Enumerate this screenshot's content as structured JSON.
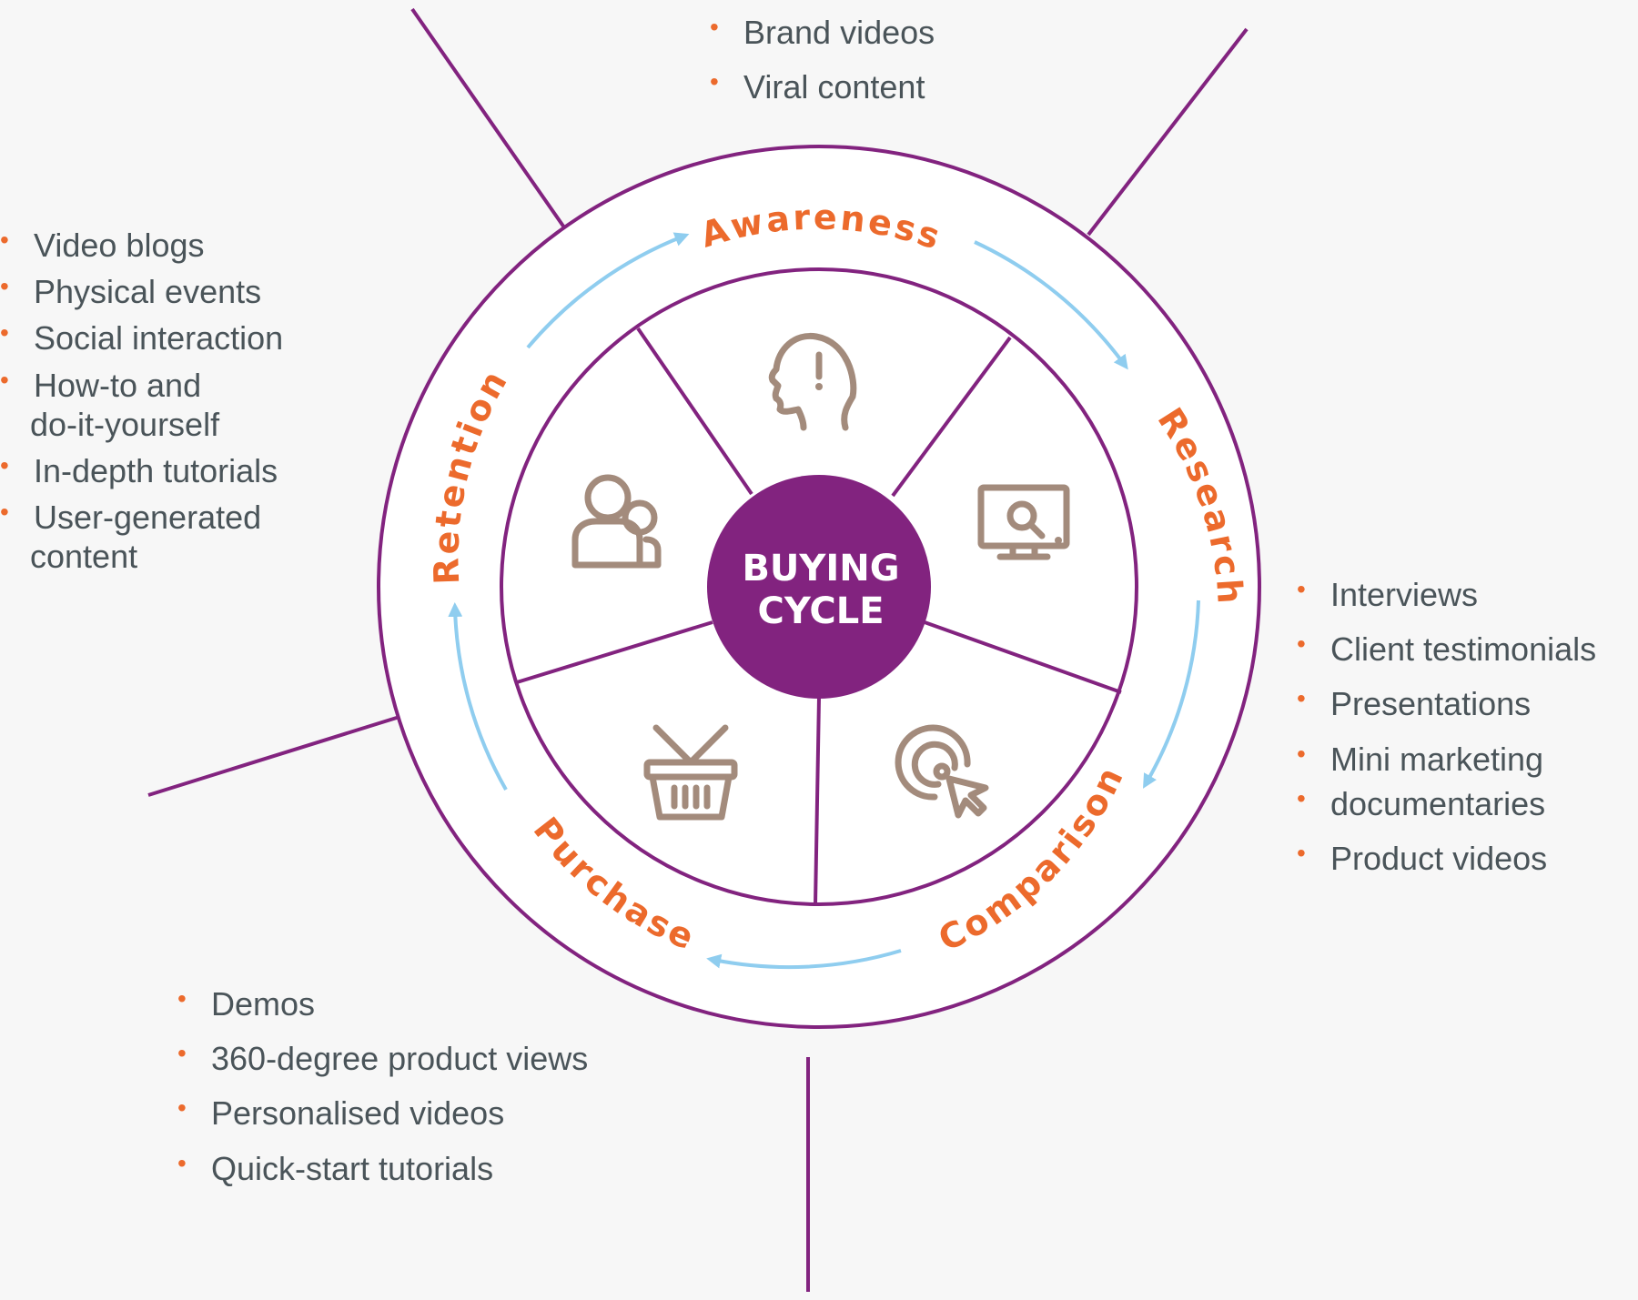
{
  "center": {
    "line1": "BUYING",
    "line2": "CYCLE"
  },
  "stages": {
    "awareness": {
      "label": "Awareness",
      "icon": "head-exclamation-icon"
    },
    "research": {
      "label": "Research",
      "icon": "monitor-search-icon"
    },
    "comparison": {
      "label": "Comparison",
      "icon": "target-cursor-icon"
    },
    "purchase": {
      "label": "Purchase",
      "icon": "shopping-basket-icon"
    },
    "retention": {
      "label": "Retention",
      "icon": "users-group-icon"
    }
  },
  "lists": {
    "awareness": [
      "Brand videos",
      "Viral content"
    ],
    "retention": [
      "Video blogs",
      "Physical events",
      "Social interaction",
      "How-to and",
      "do-it-yourself",
      "In-depth tutorials",
      "User-generated",
      "content"
    ],
    "research": [
      "Interviews",
      "Client testimonials",
      "Presentations",
      "Mini marketing",
      "documentaries",
      "Product videos"
    ],
    "purchase": [
      "Demos",
      "360-degree product views",
      "Personalised videos",
      "Quick-start tutorials"
    ]
  },
  "colors": {
    "purple": "#82237f",
    "orange": "#ec6a2c",
    "arrow_blue": "#8fcdef",
    "icon_taupe": "#a38b7c",
    "text_gray": "#4a5459"
  }
}
